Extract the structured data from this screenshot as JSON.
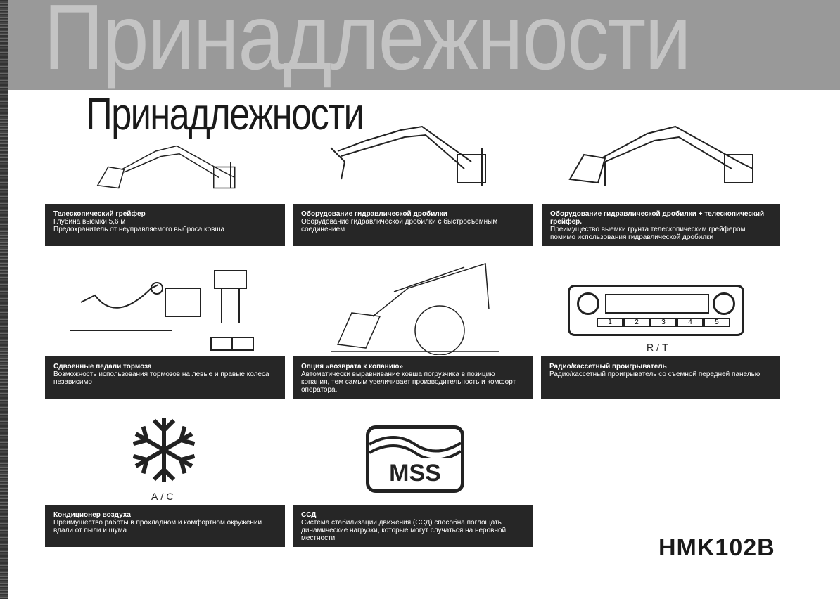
{
  "page": {
    "title": "Принадлежности",
    "model": "HMK102B"
  },
  "items": [
    {
      "title": "Телескопический грейфер",
      "lines": [
        "Глубина выемки 5,6 м",
        "Предохранитель от неуправляемого выброса ковша"
      ]
    },
    {
      "title": "Оборудование гидравлической дробилки",
      "lines": [
        "Оборудование гидравлической дробилки с быстросъемным соединением"
      ]
    },
    {
      "title": "Оборудование гидравлической дробилки + телескопический грейфер.",
      "lines": [
        "Преимущество выемки грунта телескопическим грейфером помимо использования гидравлической дробилки"
      ]
    },
    {
      "title": "Сдвоенные педали тормоза",
      "lines": [
        "Возможность использования тормозов на левые и правые колеса независимо"
      ]
    },
    {
      "title": "Опция «возврата к копанию»",
      "lines": [
        "Автоматически выравнивание ковша погрузчика в позицию копания, тем самым увеличивает производительность и комфорт оператора."
      ]
    },
    {
      "title": "Радио/кассетный проигрыватель",
      "lines": [
        "Радио/кассетный проигрыватель со съемной передней панелью"
      ]
    },
    {
      "title": "Кондиционер воздуха",
      "lines": [
        "Преимущество работы в прохладном и комфортном окружении вдали от пыли и шума"
      ]
    },
    {
      "title": "ССД",
      "lines": [
        "Система стабилизации движения (ССД) способна поглощать динамические нагрузки, которые могут случаться на неровной местности"
      ]
    }
  ],
  "radio": {
    "label": "R/T",
    "buttons": [
      "1",
      "2",
      "3",
      "4",
      "5"
    ]
  },
  "ac": {
    "label": "A/C"
  },
  "mss": {
    "label": "MSS"
  }
}
